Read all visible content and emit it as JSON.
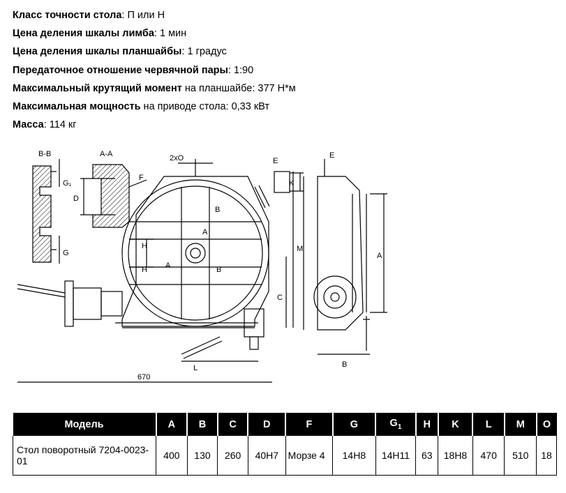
{
  "specs": [
    {
      "label": "Класс точности стола",
      "value": ": П или Н"
    },
    {
      "label": "Цена деления шкалы лимба",
      "value": ": 1 мин"
    },
    {
      "label": "Цена деления шкалы планшайбы",
      "value": ": 1 градус"
    },
    {
      "label": "Передаточное отношение червячной пары",
      "value": ": 1:90"
    },
    {
      "label": "Максимальный крутящий момент",
      "value": " на планшайбе: 377 Н*м"
    },
    {
      "label": "Максимальная мощность",
      "value": " на приводе стола: 0,33 кВт"
    },
    {
      "label": "Масса",
      "value": ": 114 кг"
    }
  ],
  "drawing": {
    "labels": {
      "vv": "В-В",
      "aa": "А-А",
      "two_o": "2xO",
      "e1": "E",
      "e2": "E",
      "f": "F",
      "d": "D",
      "g1": "G₁",
      "g": "G",
      "k": "K",
      "b_top": "B",
      "a_center": "A",
      "h1": "H",
      "h2": "H",
      "a_left": "A",
      "b_low": "B",
      "c": "C",
      "l": "L",
      "m": "M",
      "a_right": "A",
      "b_bottom": "B",
      "dim_670": "670"
    }
  },
  "table": {
    "headers": {
      "model": "Модель",
      "a": "A",
      "b": "B",
      "c": "C",
      "d": "D",
      "f": "F",
      "g": "G",
      "g1_main": "G",
      "g1_sub": "1",
      "h": "H",
      "k": "K",
      "l": "L",
      "m": "M",
      "o": "O"
    },
    "row": {
      "model": "Стол поворотный 7204-0023-01",
      "a": "400",
      "b": "130",
      "c": "260",
      "d": "40H7",
      "f": "Морзе 4",
      "g": "14H8",
      "g1": "14H11",
      "h": "63",
      "k": "18H8",
      "l": "470",
      "m": "510",
      "o": "18"
    }
  }
}
